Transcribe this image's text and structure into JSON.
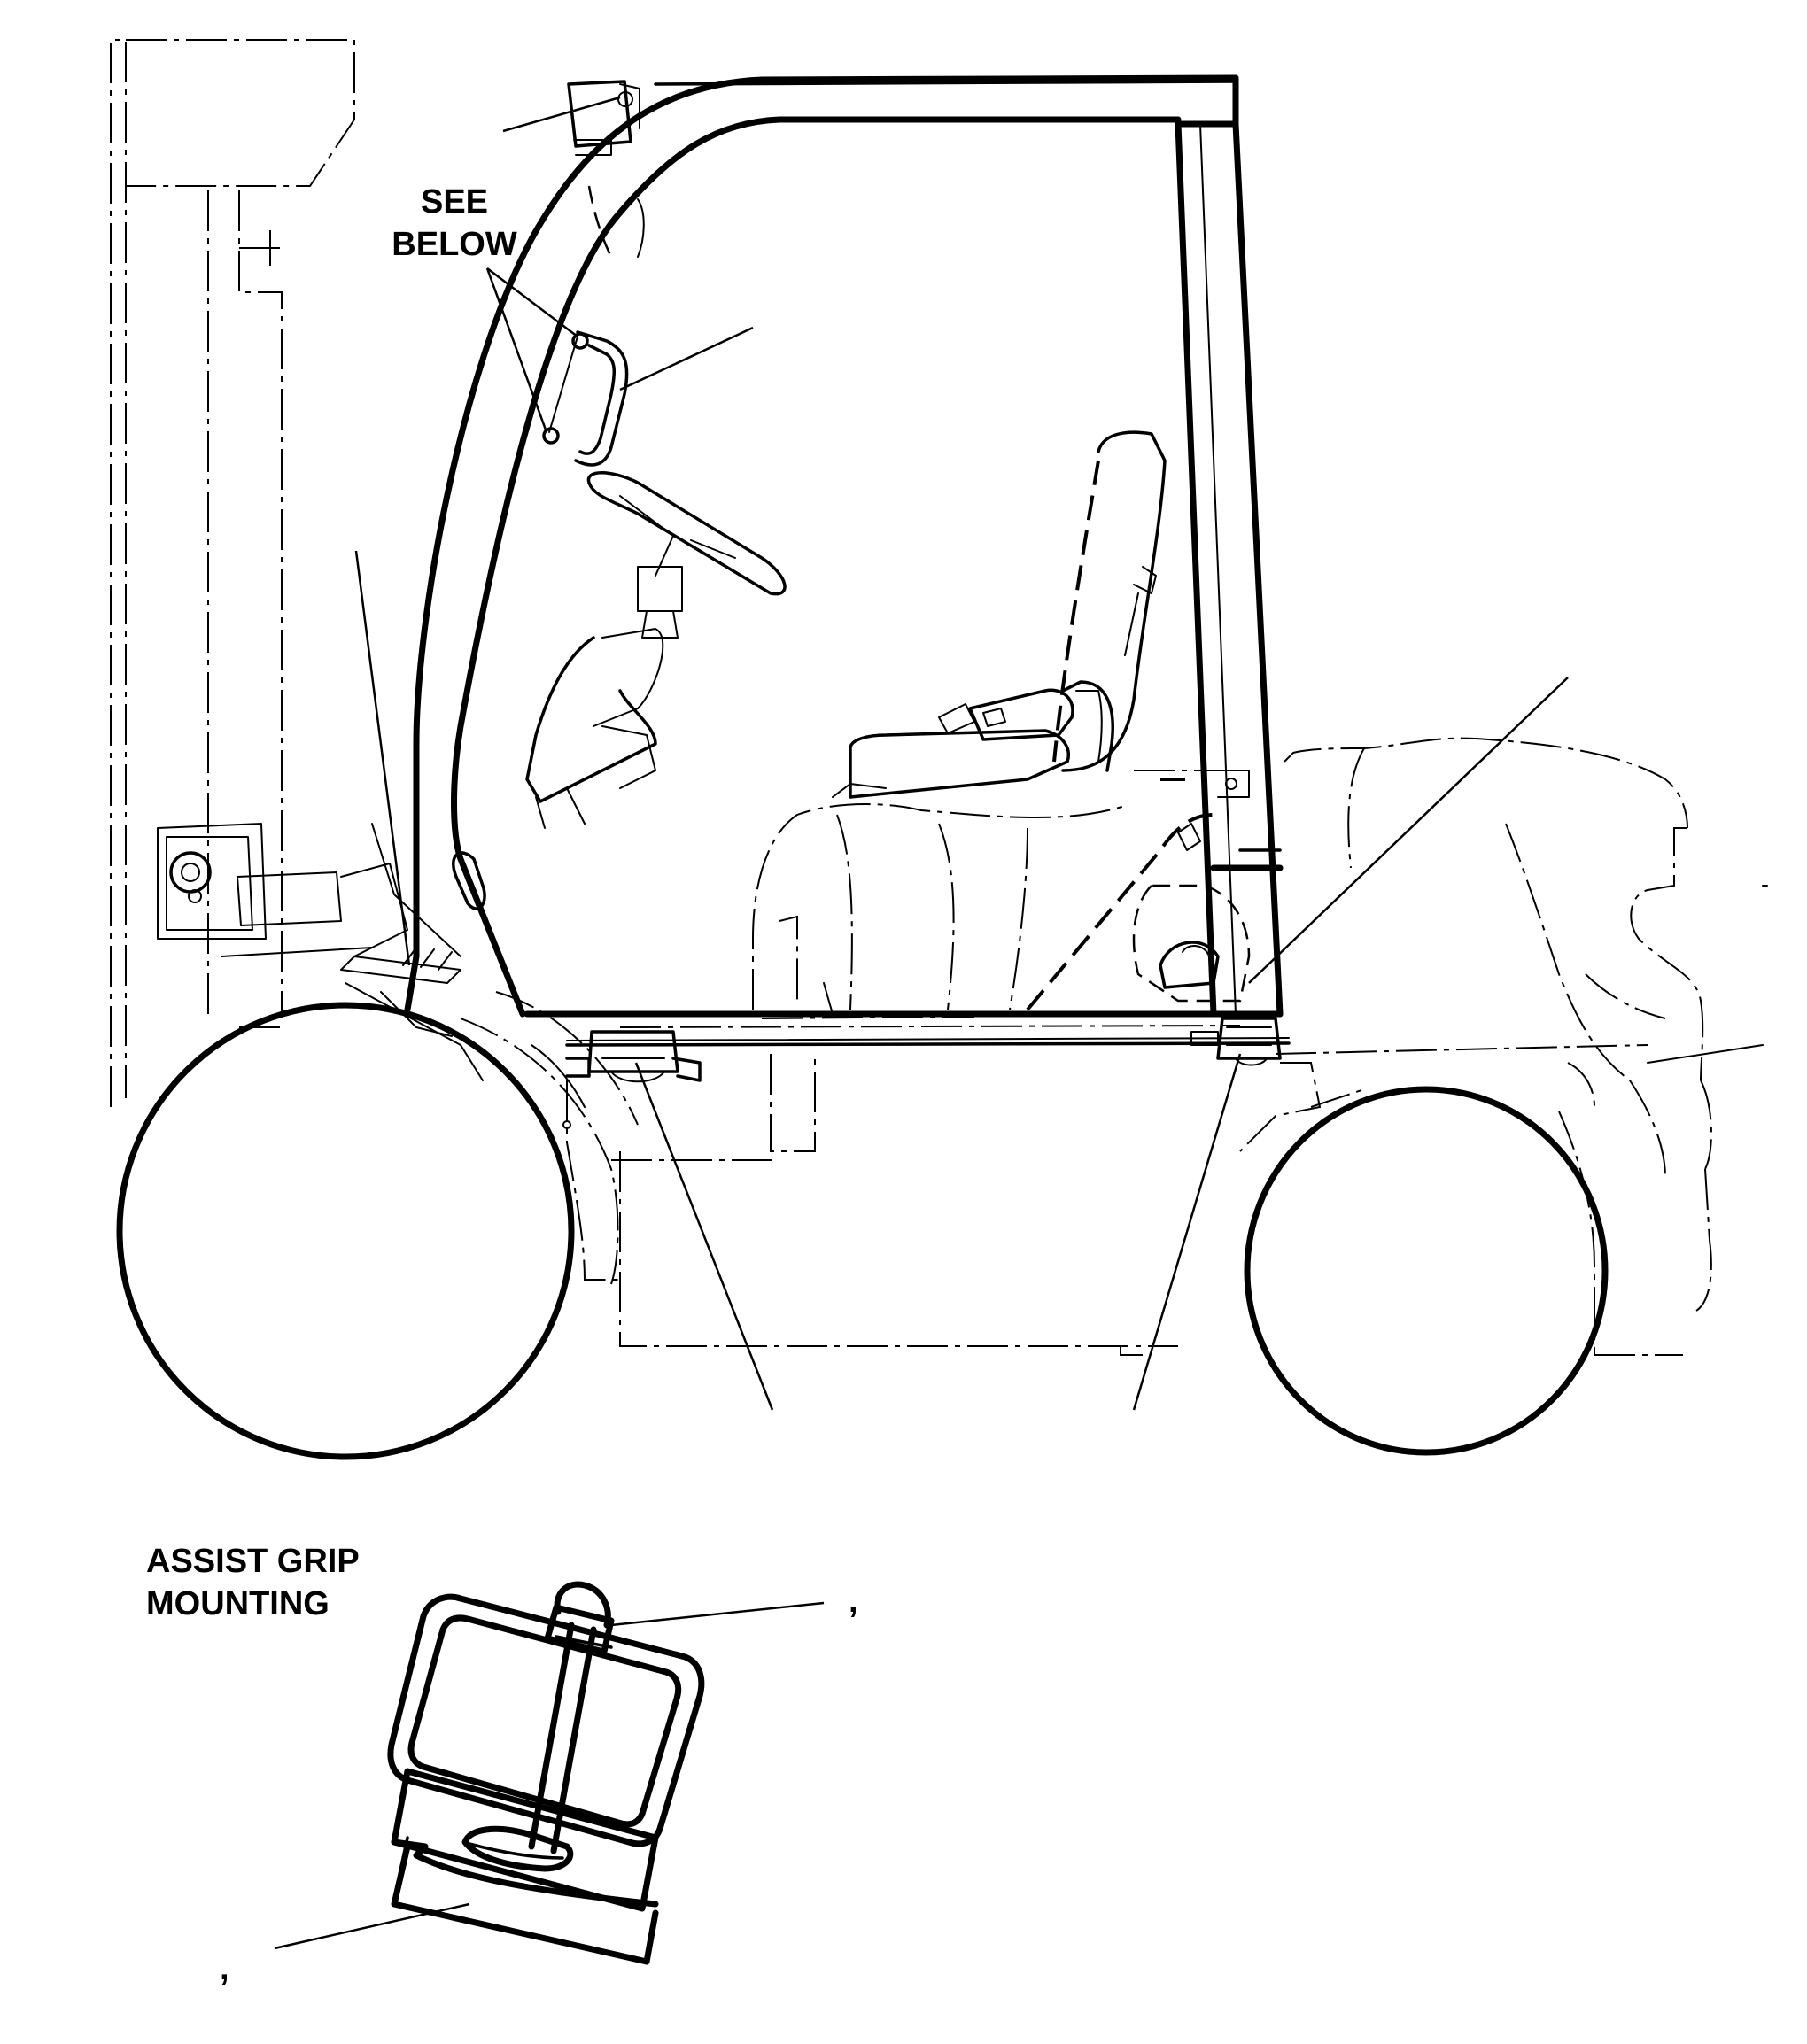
{
  "diagram": {
    "callout_see_below_line1": "SEE",
    "callout_see_below_line2": "BELOW",
    "inset_title_line1": "ASSIST GRIP",
    "inset_title_line2": "MOUNTING",
    "inset_mark_nut": ",",
    "inset_mark_bolt": ","
  }
}
